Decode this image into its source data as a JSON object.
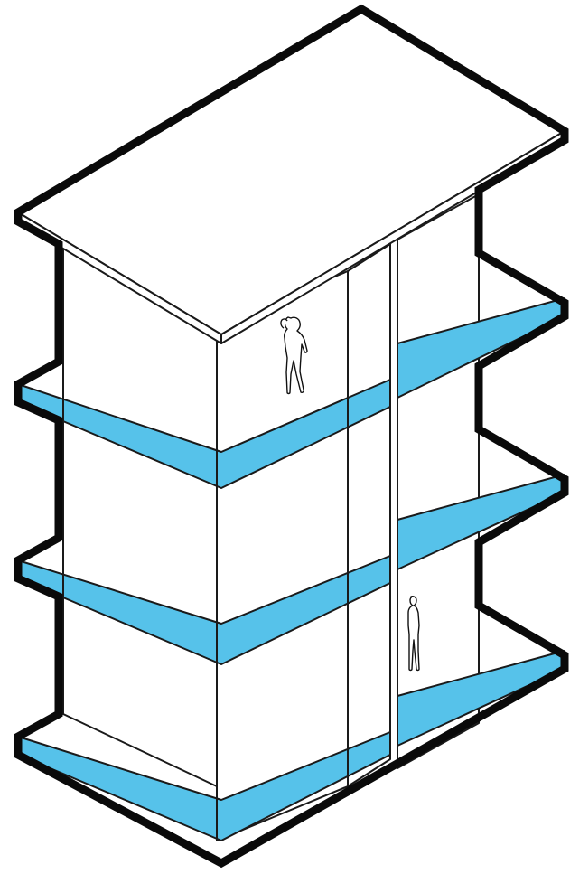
{
  "diagram": {
    "kind": "isometric building section",
    "floors": 3,
    "figures": 2,
    "colors": {
      "floor_slab": "#56c2ea",
      "wall": "#ffffff",
      "outline": "#0a0a0a",
      "line": "#1a1a1a"
    }
  }
}
